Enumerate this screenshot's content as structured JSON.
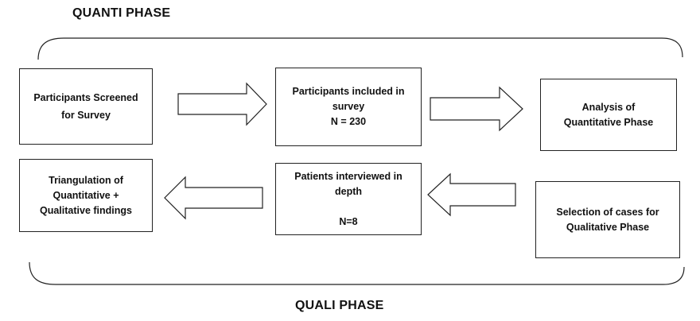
{
  "phases": {
    "quanti": "QUANTI PHASE",
    "quali": "QUALI PHASE"
  },
  "nodes": {
    "screened": {
      "line1": "Participants Screened",
      "line2": "for Survey"
    },
    "included": {
      "line1": "Participants included in",
      "line2": "survey",
      "line3": "N = 230"
    },
    "analysis": {
      "line1": "Analysis of",
      "line2": "Quantitative Phase"
    },
    "selection": {
      "line1": "Selection of cases for",
      "line2": "Qualitative Phase"
    },
    "interviewed": {
      "line1": "Patients interviewed in",
      "line2": "depth",
      "line3": "N=8"
    },
    "triangulation": {
      "line1": "Triangulation of",
      "line2": "Quantitative +",
      "line3": "Qualitative findings"
    }
  },
  "edges": [
    {
      "from": "screened",
      "to": "included"
    },
    {
      "from": "included",
      "to": "analysis"
    },
    {
      "from": "selection",
      "to": "interviewed"
    },
    {
      "from": "interviewed",
      "to": "triangulation"
    }
  ]
}
